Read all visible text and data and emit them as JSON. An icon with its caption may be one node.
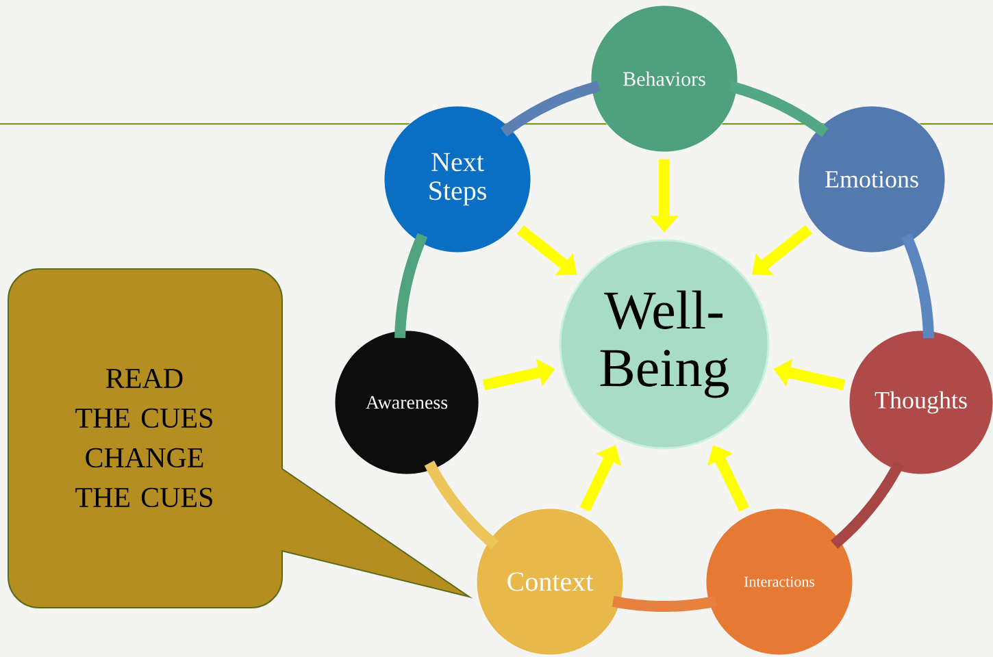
{
  "diagram": {
    "nodes": [
      {
        "text": [
          "Behaviors"
        ]
      },
      {
        "text": [
          "Next Steps"
        ]
      },
      {
        "text": [
          "Emotions"
        ]
      },
      {
        "text": [
          "Well-Being"
        ]
      },
      {
        "text": [
          "Awareness"
        ]
      },
      {
        "text": [
          "Thoughts"
        ]
      },
      {
        "text": [
          "Context"
        ]
      },
      {
        "text": [
          "Interactions"
        ]
      },
      {
        "text": [
          "READ THE CUES CHANGE THE CUES"
        ]
      }
    ],
    "edges": [
      {
        "from": 0,
        "to": 3,
        "arrow": "to"
      },
      {
        "from": 1,
        "to": 3,
        "arrow": "to"
      },
      {
        "from": 2,
        "to": 3,
        "arrow": "to"
      },
      {
        "from": 4,
        "to": 3,
        "arrow": "to"
      },
      {
        "from": 5,
        "to": 3,
        "arrow": "to"
      },
      {
        "from": 6,
        "to": 3,
        "arrow": "to"
      },
      {
        "from": 7,
        "to": 3,
        "arrow": "to"
      },
      {
        "from": 0,
        "to": 1,
        "arrow": "none",
        "color": "#5b80b4"
      },
      {
        "from": 0,
        "to": 2,
        "arrow": "none",
        "color": "#52a882"
      },
      {
        "from": 2,
        "to": 5,
        "arrow": "none",
        "color": "#5b86c0"
      },
      {
        "from": 5,
        "to": 7,
        "arrow": "none",
        "color": "#a84646"
      },
      {
        "from": 7,
        "to": 6,
        "arrow": "none",
        "color": "#e6813f"
      },
      {
        "from": 6,
        "to": 4,
        "arrow": "none",
        "color": "#ecc65a"
      },
      {
        "from": 4,
        "to": 1,
        "arrow": "none",
        "color": "#4fa37e"
      }
    ]
  }
}
